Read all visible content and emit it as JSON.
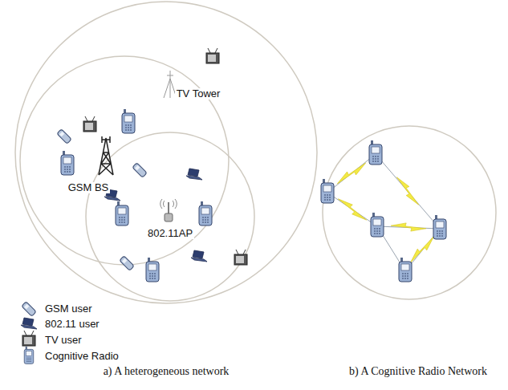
{
  "diagram": {
    "labels": [
      "TV Tower",
      "GSM BS",
      "802.11AP",
      "a) A heterogeneous network",
      "b) A Cognitive Radio Network"
    ],
    "legend": [
      {
        "text": "GSM user"
      },
      {
        "text": "802.11 user"
      },
      {
        "text": "TV user"
      },
      {
        "text": "Cognitive Radio"
      }
    ]
  }
}
